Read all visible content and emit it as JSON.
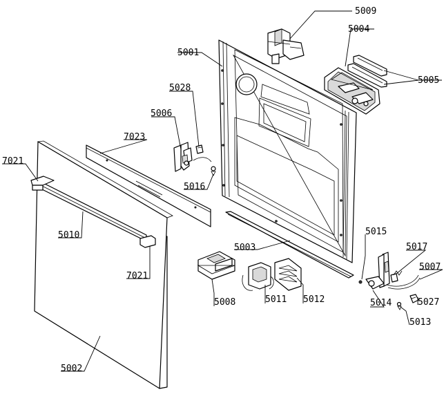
{
  "labels": [
    "5009",
    "5004",
    "5001",
    "5005",
    "5028",
    "5006",
    "7023",
    "7021",
    "5016",
    "5010",
    "7021",
    "5015",
    "5017",
    "5003",
    "5007",
    "5008",
    "5011",
    "5012",
    "5014",
    "5027",
    "5013",
    "5002"
  ]
}
